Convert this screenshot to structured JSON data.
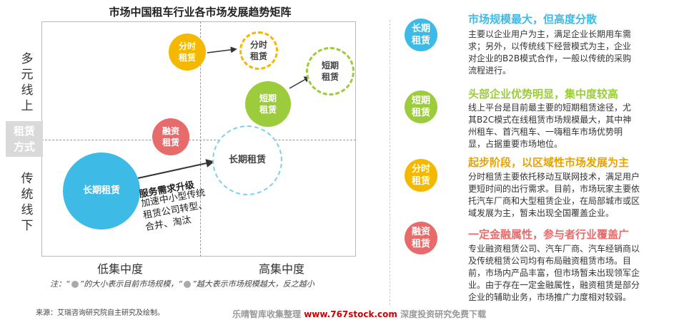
{
  "matrix": {
    "title": "市场中国租车行业各市场发展趋势矩阵",
    "y_axis": {
      "top": [
        "多",
        "元",
        "线",
        "上"
      ],
      "center": [
        "租赁",
        "方式"
      ],
      "bottom": [
        "传",
        "统",
        "线",
        "下"
      ]
    },
    "x_axis": {
      "left": "低集中度",
      "right": "高集中度"
    },
    "bubbles": {
      "timeshare_now": "分时\n租赁",
      "timeshare_future": "分时\n租赁",
      "short_now": "短期\n租赁",
      "short_future": "短期\n租赁",
      "finance": "融资\n租赁",
      "long_now": "长期租赁",
      "long_future": "长期租赁"
    },
    "upgrade": {
      "title": "服务需求升级",
      "lines": [
        "加速中小型传统",
        "租赁公司转型、",
        "合并、淘汰"
      ]
    },
    "note_prefix": "注：“",
    "note_mid": "”的大小表示目前市场规模，“",
    "note_suffix": "”越大表示市场规模越大，反之越小"
  },
  "source": "来源：艾瑞咨询研究院自主研究及绘制。",
  "watermark": {
    "prefix": "乐晴智库收集整理  ",
    "url": "www.767stock.com",
    "suffix": "  深度投资研究免费下载"
  },
  "right_panel": [
    {
      "icon": "长期\n租赁",
      "color": "#3dbbe6",
      "heading": "市场规模最大，但高度分散",
      "lines": [
        "主要以企业用户为主，满足企业长期用车需",
        "求；另外，以传统线下经营模式为主，企业",
        "对企业的B2B模式合作，一般以传统的采购",
        "流程进行。"
      ]
    },
    {
      "icon": "短期\n租赁",
      "color": "#9ccc3c",
      "heading": "头部企业优势明显，集中度较高",
      "lines": [
        "线上平台是目前最主要的短期租赁途径，尤",
        "其B2C模式在线租赁市场规模最大，其中神",
        "州租车、首汽租车、一嗨租车市场优势明",
        "显，占据重要市场地位。"
      ]
    },
    {
      "icon": "分时\n租赁",
      "color": "#f5b800",
      "heading": "起步阶段，以区域性市场发展为主",
      "lines": [
        "分时租赁主要依托移动互联网技术，满足用户",
        "更短时间的出行需求。目前，市场玩家主要依",
        "托汽车厂商和大型租赁企业，在局部城市或区",
        "域发展为主，暂未出现全国覆盖企业。"
      ]
    },
    {
      "icon": "融资\n租赁",
      "color": "#e86b6b",
      "heading": "一定金融属性，参与者行业覆盖广",
      "lines": [
        "专业融资租赁公司、汽车厂商、汽车经销商以",
        "及传统租赁公司均有布局融资租赁市场。目",
        "前，市场内产品丰富，但市场暂未出现领军企",
        "业。由于存在一定金融属性，融资租赁是部分",
        "企业的辅助业务，市场推广力度相对较弱。"
      ]
    }
  ]
}
